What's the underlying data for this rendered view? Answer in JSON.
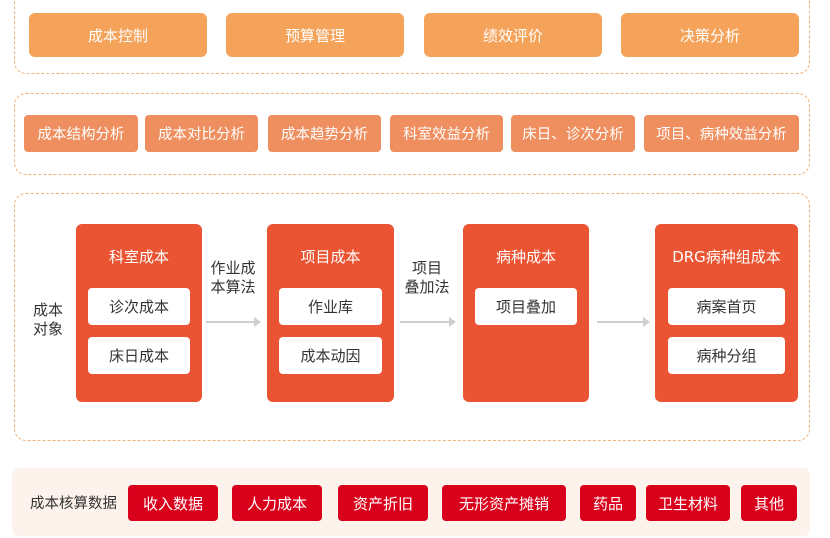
{
  "tier1": {
    "items": [
      "成本控制",
      "预算管理",
      "绩效评价",
      "决策分析"
    ]
  },
  "tier2": {
    "items": [
      "成本结构分析",
      "成本对比分析",
      "成本趋势分析",
      "科室效益分析",
      "床日、诊次分析",
      "项目、病种效益分析"
    ]
  },
  "cost_objects": {
    "side_label": [
      "成本",
      "对象"
    ],
    "objects": [
      {
        "title": "科室成本",
        "items": [
          "诊次成本",
          "床日成本"
        ]
      },
      {
        "title": "项目成本",
        "items": [
          "作业库",
          "成本动因"
        ]
      },
      {
        "title": "病种成本",
        "items": [
          "项目叠加"
        ]
      },
      {
        "title": "DRG病种组成本",
        "items": [
          "病案首页",
          "病种分组"
        ]
      }
    ],
    "methods": [
      [
        "作业成",
        "本算法"
      ],
      [
        "项目",
        "叠加法"
      ]
    ]
  },
  "data_sources": {
    "label": "成本核算数据",
    "items": [
      "收入数据",
      "人力成本",
      "资产折旧",
      "无形资产摊销",
      "药品",
      "卫生材料",
      "其他"
    ]
  },
  "colors": {
    "tier1": "#f5a35a",
    "tier2": "#ef8e5e",
    "cost_object": "#ea5432",
    "data_item": "#d8001b",
    "frame_border": "#f0b27a",
    "bottom_bg": "#fdf3ec"
  }
}
